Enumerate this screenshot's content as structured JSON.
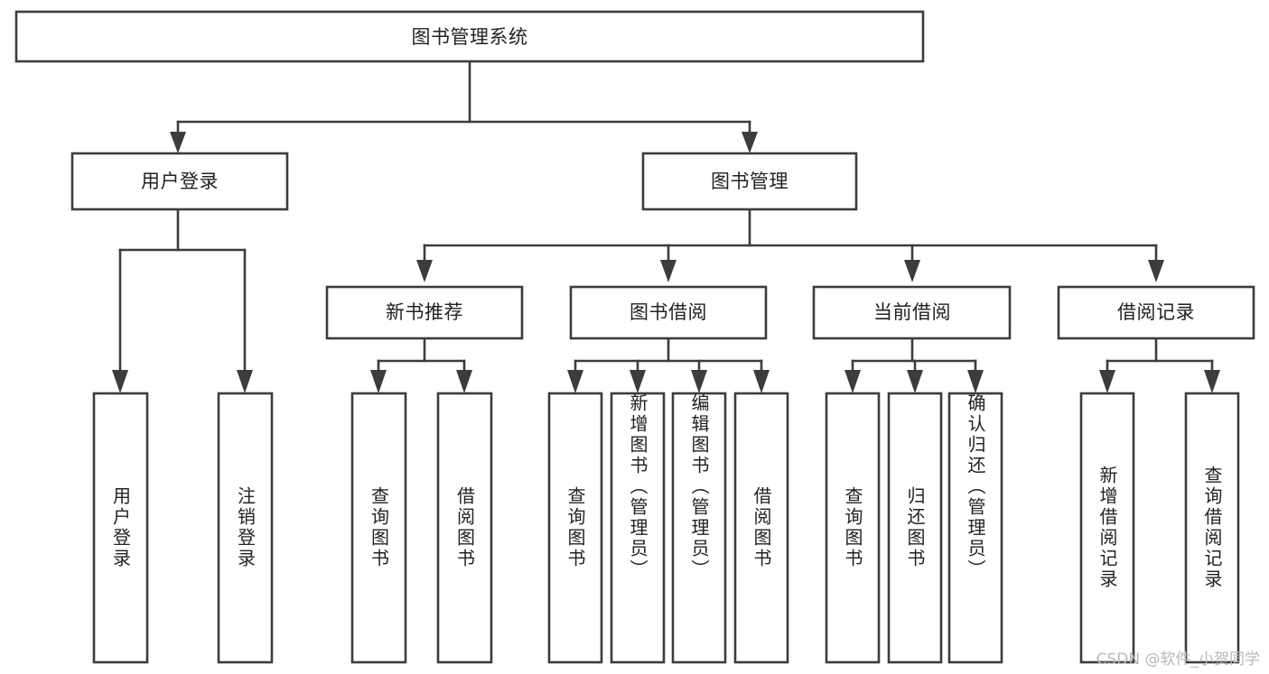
{
  "diagram": {
    "title": "图书管理系统",
    "type": "tree-hierarchy",
    "watermark": "CSDN @软件_小贺同学",
    "colors": {
      "stroke": "#3c3c3c",
      "fill": "#ffffff",
      "text": "#222222",
      "watermark": "#b8b8b8"
    },
    "nodes": {
      "root": {
        "label": "图书管理系统"
      },
      "level2": [
        {
          "id": "user-login",
          "label": "用户登录"
        },
        {
          "id": "book-manage",
          "label": "图书管理"
        }
      ],
      "level3": [
        {
          "id": "new-book-rec",
          "label": "新书推荐"
        },
        {
          "id": "book-borrow",
          "label": "图书借阅"
        },
        {
          "id": "current-borrow",
          "label": "当前借阅"
        },
        {
          "id": "borrow-record",
          "label": "借阅记录"
        }
      ],
      "leaves": {
        "user-login": [
          {
            "id": "leaf-user-login",
            "label": "用户登录"
          },
          {
            "id": "leaf-logout-login",
            "label": "注销登录"
          }
        ],
        "new-book-rec": [
          {
            "id": "leaf-query-book-1",
            "label": "查询图书"
          },
          {
            "id": "leaf-borrow-book-1",
            "label": "借阅图书"
          }
        ],
        "book-borrow": [
          {
            "id": "leaf-query-book-2",
            "label": "查询图书"
          },
          {
            "id": "leaf-add-book",
            "label": "新增图书（管理员）"
          },
          {
            "id": "leaf-edit-book",
            "label": "编辑图书（管理员）"
          },
          {
            "id": "leaf-borrow-book-2",
            "label": "借阅图书"
          }
        ],
        "current-borrow": [
          {
            "id": "leaf-query-book-3",
            "label": "查询图书"
          },
          {
            "id": "leaf-return-book",
            "label": "归还图书"
          },
          {
            "id": "leaf-confirm-return",
            "label": "确认归还（管理员）"
          }
        ],
        "borrow-record": [
          {
            "id": "leaf-add-record",
            "label": "新增借阅记录"
          },
          {
            "id": "leaf-query-record",
            "label": "查询借阅记录"
          }
        ]
      }
    }
  }
}
